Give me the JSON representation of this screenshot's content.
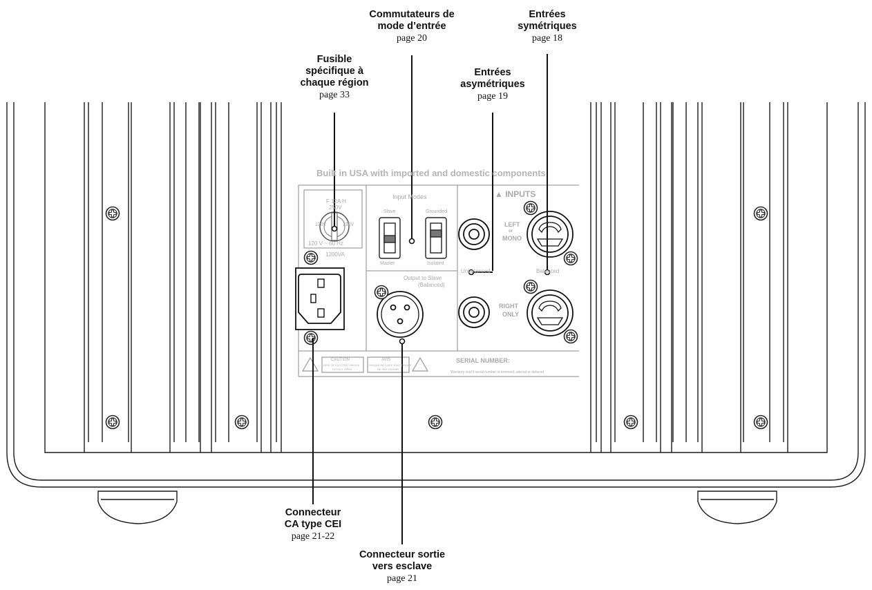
{
  "callouts": {
    "fuse": {
      "title_lines": [
        "Fusible",
        "spécifique à",
        "chaque région"
      ],
      "page": "page 33"
    },
    "input_mode": {
      "title_lines": [
        "Commutateurs de",
        "mode d’entrée"
      ],
      "page": "page 20"
    },
    "unbalanced": {
      "title_lines": [
        "Entrées",
        "asymétriques"
      ],
      "page": "page 19"
    },
    "balanced": {
      "title_lines": [
        "Entrées",
        "symétriques"
      ],
      "page": "page 18"
    },
    "ac_connector": {
      "title_lines": [
        "Connecteur",
        "CA type CEI"
      ],
      "page": "page 21-22"
    },
    "slave_out": {
      "title_lines": [
        "Connecteur sortie",
        "vers esclave"
      ],
      "page": "page 21"
    }
  },
  "panel": {
    "header": "Built in USA with imported and domestic components",
    "fuse_rating": [
      "F 12A H",
      "250V"
    ],
    "fuse_knob": [
      "120V",
      "230V"
    ],
    "voltage": "120 V ~ 60 Hz",
    "power": "1200VA",
    "input_modes": "Input Modes",
    "slave": "Slave",
    "master": "Master",
    "grounded": "Grounded",
    "isolated": "Isolated",
    "inputs": "▲ INPUTS",
    "left": [
      "LEFT",
      "or",
      "MONO"
    ],
    "right": [
      "RIGHT",
      "ONLY"
    ],
    "unbalanced": "Unbalanced",
    "balanced": "Balanced",
    "output_slave": [
      "Output to Slave",
      "(Balanced)"
    ],
    "caution": [
      "CAUTION",
      "RISK OF ELECTRIC SHOCK",
      "DO NOT OPEN"
    ],
    "avis": [
      "AVIS",
      "RISQUE DE CHOC ÉLECTRIQUE",
      "NE PAS OUVRIR"
    ],
    "serial": "SERIAL NUMBER:",
    "warranty": "Warranty void if serial number is removed, altered or defaced"
  },
  "colors": {
    "line": "#1a1a1a",
    "panel_text": "#a6a6a6",
    "background": "#ffffff"
  }
}
